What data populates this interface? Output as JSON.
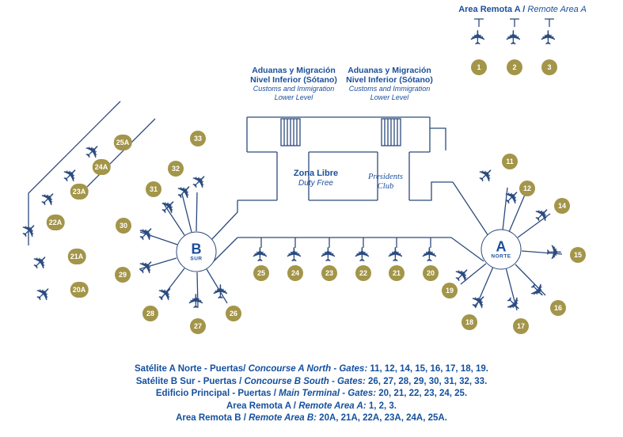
{
  "colors": {
    "text_blue": "#1b4e9b",
    "legend_blue": "#14509e",
    "badge_gold": "#a39549",
    "outline_navy": "#2c4a7c"
  },
  "icons": {
    "plane": "✈"
  },
  "remote_area_a_title": {
    "es": "Area Remota A /",
    "en": " Remote Area A"
  },
  "customs": {
    "line1": "Aduanas y Migración",
    "line2": "Nivel Inferior (Sótano)",
    "line3": "Customs and Immigration",
    "line4": "Lower Level"
  },
  "zona_libre": {
    "es": "Zona Libre",
    "en": "Duty Free"
  },
  "presidents_club": {
    "line1": "Presidents",
    "line2": "Club"
  },
  "concourse_a": {
    "letter": "A",
    "sub": "NORTE"
  },
  "concourse_b": {
    "letter": "B",
    "sub": "SUR"
  },
  "gates": {
    "remote_a": [
      "1",
      "2",
      "3"
    ],
    "remote_b": [
      "25A",
      "24A",
      "23A",
      "22A",
      "21A",
      "20A"
    ],
    "concourse_b": [
      "33",
      "32",
      "31",
      "30",
      "29",
      "28",
      "27",
      "26"
    ],
    "main": [
      "25",
      "24",
      "23",
      "22",
      "21",
      "20"
    ],
    "concourse_a": [
      "11",
      "12",
      "14",
      "15",
      "16",
      "17",
      "18",
      "19"
    ]
  },
  "legend": {
    "lines": [
      {
        "es": "Satélite A Norte - Puertas/ ",
        "en": "Concourse A North - Gates: ",
        "gates": "11, 12, 14, 15, 16, 17, 18, 19."
      },
      {
        "es": "Satélite B Sur - Puertas / ",
        "en": "Concourse B South - Gates: ",
        "gates": "26, 27, 28, 29, 30, 31, 32, 33."
      },
      {
        "es": "Edificio Principal - Puertas / ",
        "en": "Main Terminal - Gates: ",
        "gates": "20, 21, 22, 23, 24, 25."
      },
      {
        "es": "Area Remota A / ",
        "en": "Remote Area A: ",
        "gates": "1, 2, 3."
      },
      {
        "es": "Area Remota B / ",
        "en": "Remote Area B: ",
        "gates": "20A, 21A, 22A, 23A, 24A, 25A."
      }
    ]
  }
}
